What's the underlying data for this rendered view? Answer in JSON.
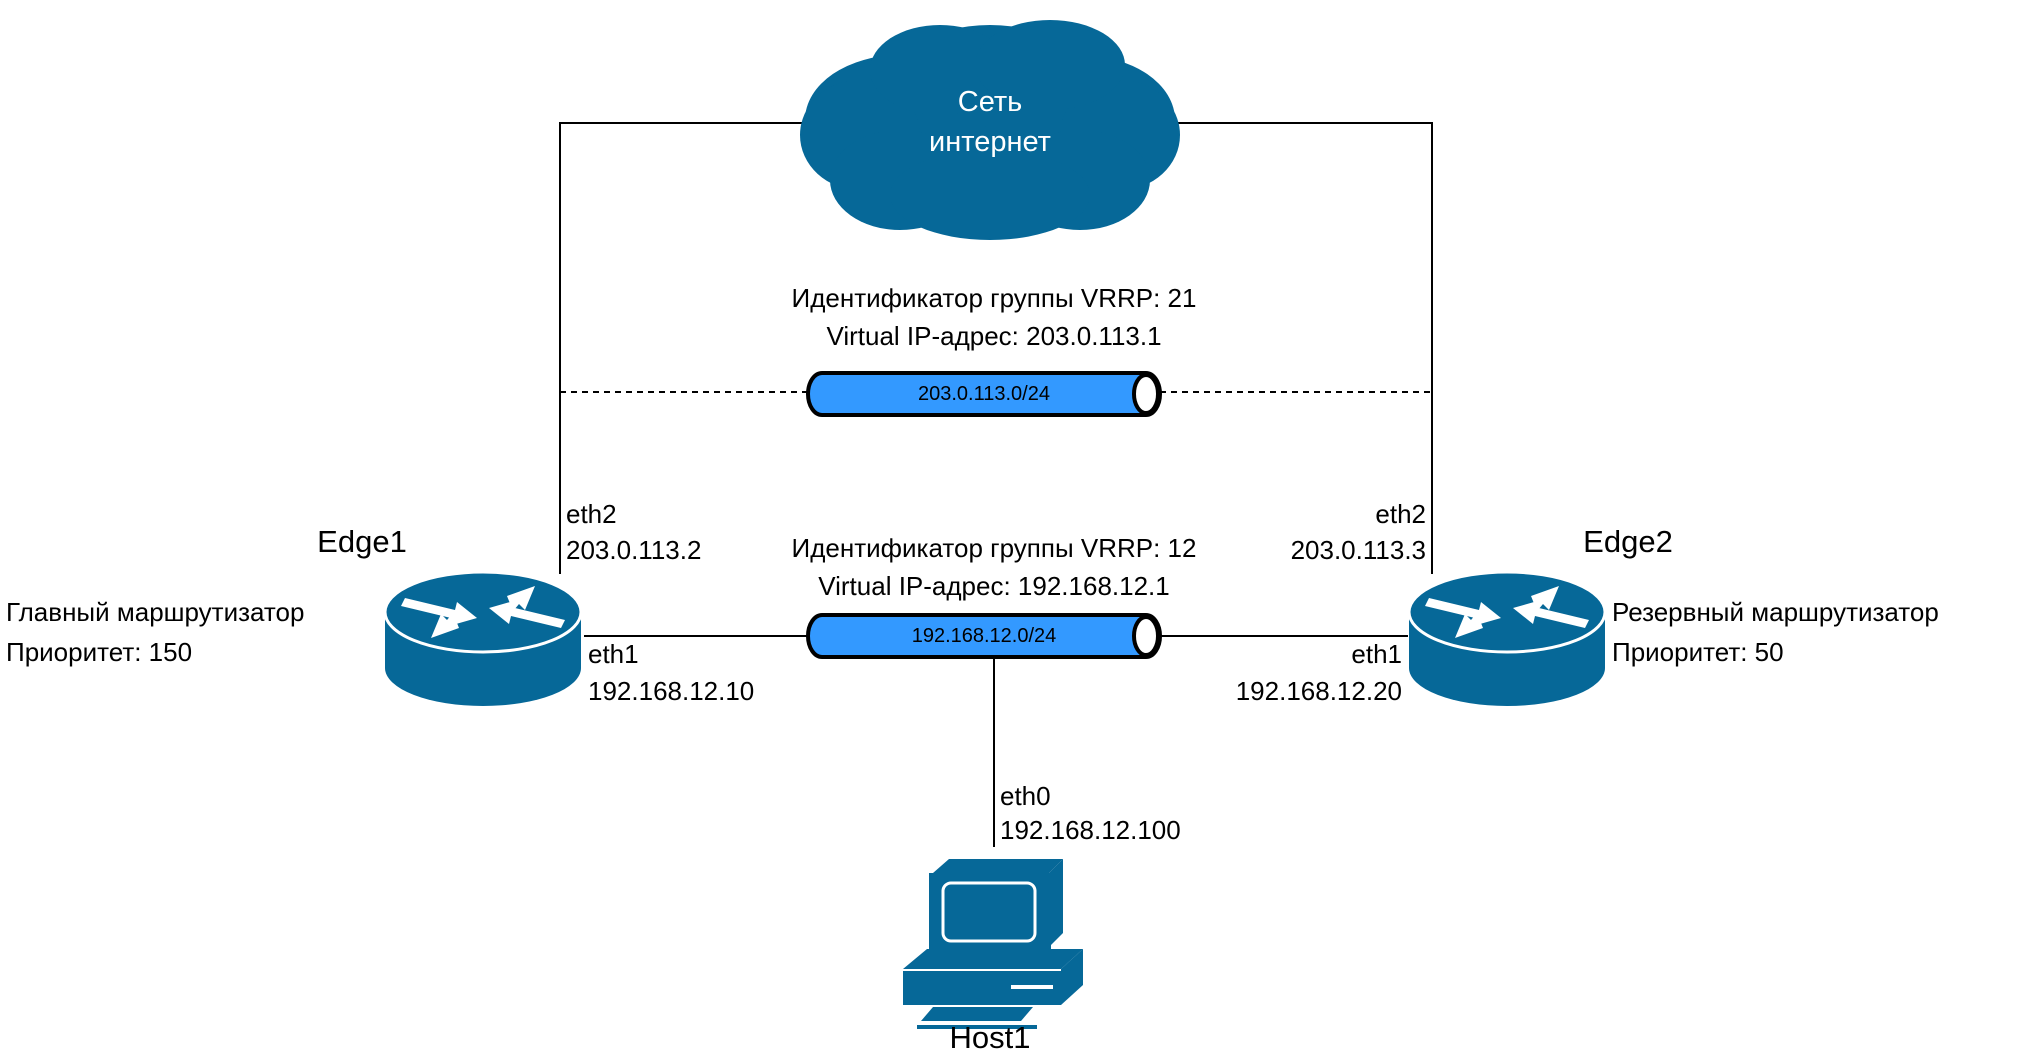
{
  "diagram": {
    "colors": {
      "device": "#066898",
      "pipe": "#3399ff",
      "line": "#000000",
      "background": "#ffffff"
    },
    "cloud": {
      "icon": "cloud-icon",
      "line1": "Сеть",
      "line2": "интернет"
    },
    "vrrp_groups": [
      {
        "id_label": "Идентификатор группы VRRP: 21",
        "vip_label": "Virtual IP-адрес: 203.0.113.1",
        "subnet": "203.0.113.0/24",
        "link_style": "dashed"
      },
      {
        "id_label": "Идентификатор группы VRRP: 12",
        "vip_label": "Virtual IP-адрес: 192.168.12.1",
        "subnet": "192.168.12.0/24",
        "link_style": "solid"
      }
    ],
    "routers": [
      {
        "name": "Edge1",
        "icon": "router-icon",
        "role": "Главный маршрутизатор",
        "priority": "Приоритет: 150",
        "eth2_name": "eth2",
        "eth2_ip": "203.0.113.2",
        "eth1_name": "eth1",
        "eth1_ip": "192.168.12.10"
      },
      {
        "name": "Edge2",
        "icon": "router-icon",
        "role": "Резервный маршрутизатор",
        "priority": "Приоритет: 50",
        "eth2_name": "eth2",
        "eth2_ip": "203.0.113.3",
        "eth1_name": "eth1",
        "eth1_ip": "192.168.12.20"
      }
    ],
    "host": {
      "name": "Host1",
      "icon": "workstation-icon",
      "eth0_name": "eth0",
      "eth0_ip": "192.168.12.100"
    }
  }
}
